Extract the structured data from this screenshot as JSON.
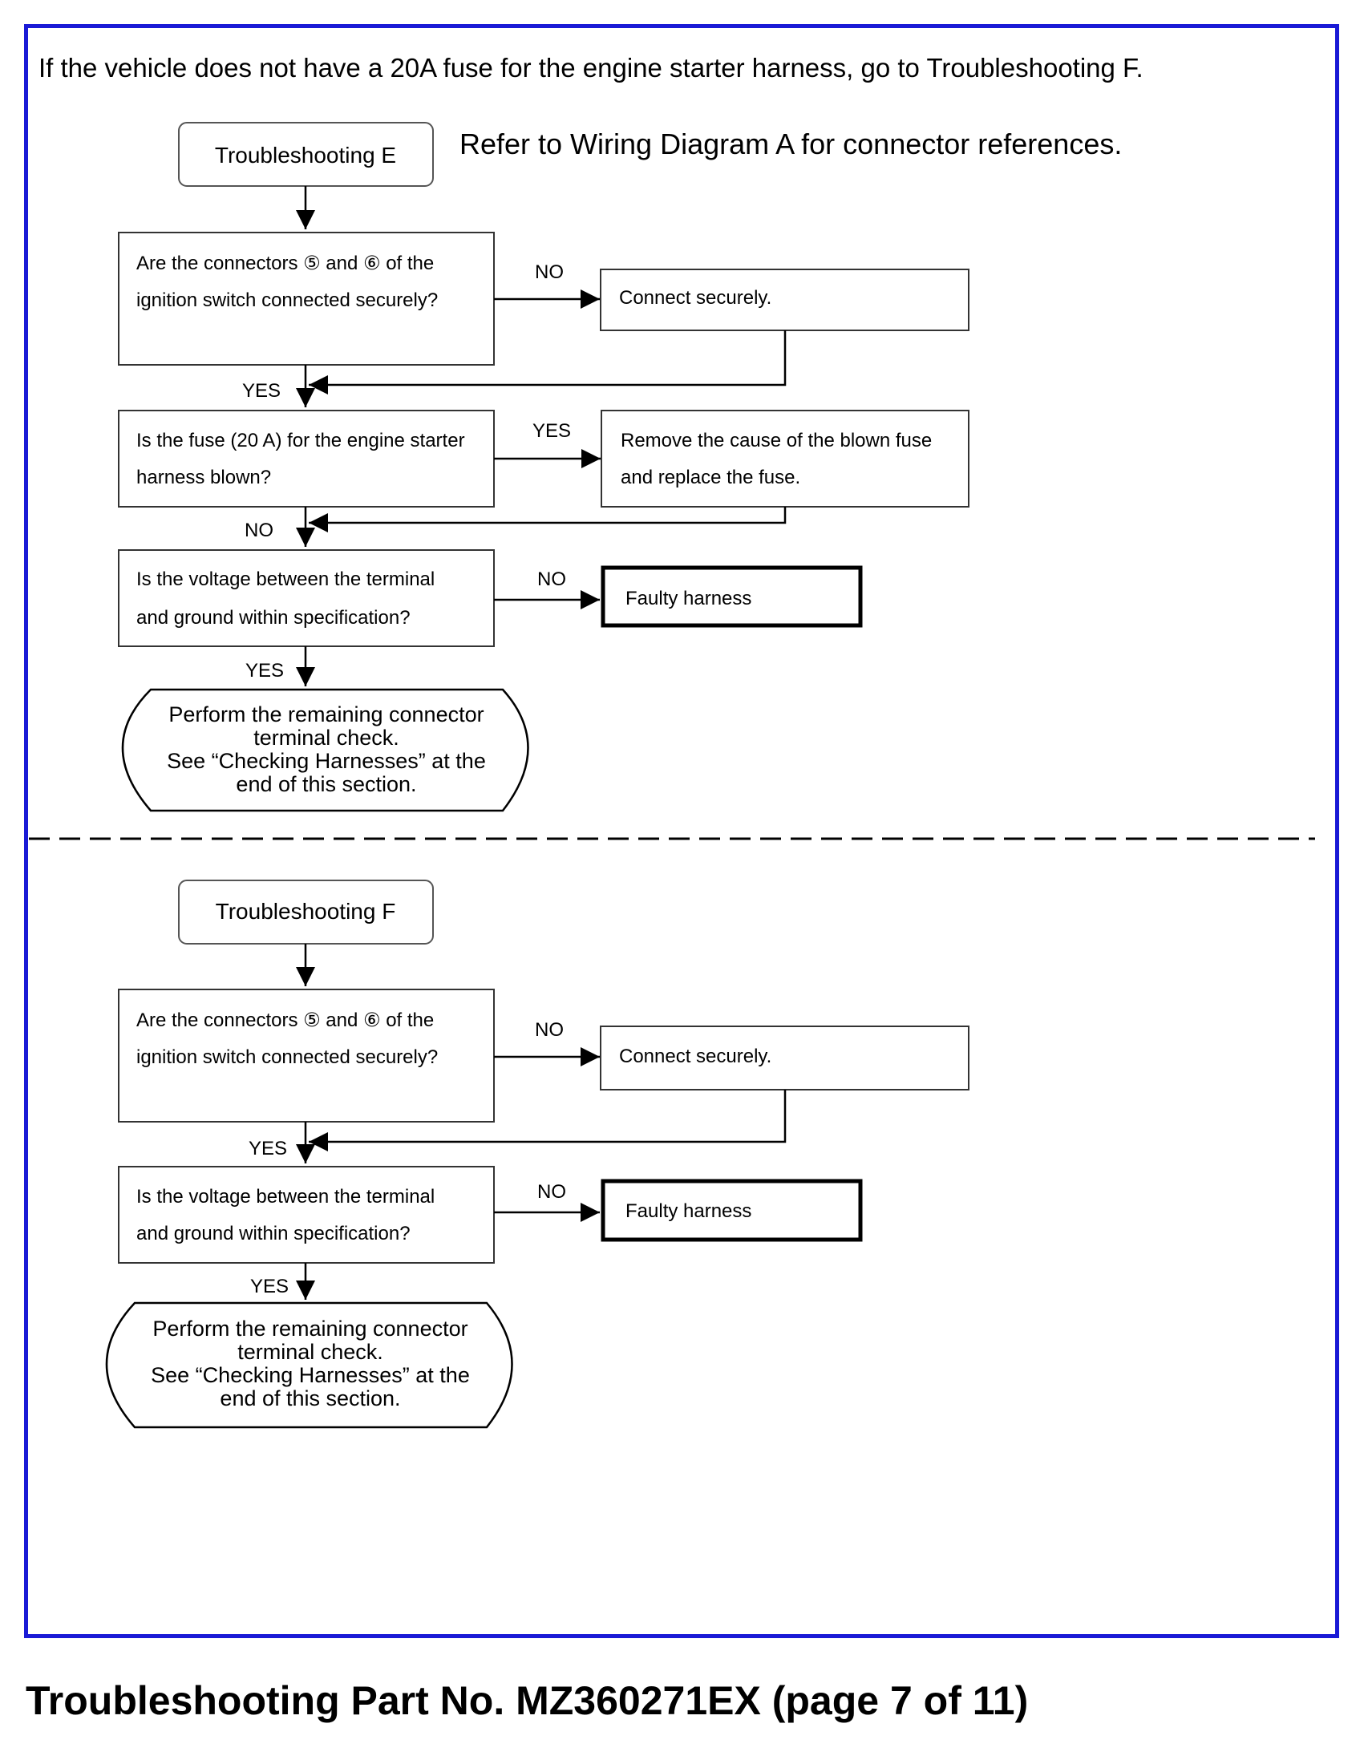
{
  "intro": "If the vehicle does not have a 20A fuse for the engine starter harness, go to Troubleshooting F.",
  "section_e": {
    "title": "Troubleshooting E",
    "reference": "Refer to Wiring Diagram A for connector references.",
    "q1": {
      "line1": "Are the connectors ⑤ and ⑥ of the",
      "line2": "ignition switch connected securely?"
    },
    "q1_no": "NO",
    "q1_no_action": "Connect securely.",
    "q1_yes": "YES",
    "q2": {
      "line1": "Is the fuse (20 A) for the engine starter",
      "line2": "harness blown?"
    },
    "q2_yes": "YES",
    "q2_yes_action": {
      "line1": "Remove the cause of the blown fuse",
      "line2": "and replace the fuse."
    },
    "q2_no": "NO",
    "q3": {
      "line1": "Is the voltage between the terminal",
      "line2": "and ground within specification?"
    },
    "q3_no": "NO",
    "q3_no_action": "Faulty harness",
    "q3_yes": "YES",
    "end": {
      "line1": "Perform the remaining connector",
      "line2": "terminal check.",
      "line3": "See “Checking Harnesses” at the",
      "line4": "end of this section."
    }
  },
  "section_f": {
    "title": "Troubleshooting F",
    "q1": {
      "line1": "Are the connectors ⑤ and ⑥ of the",
      "line2": "ignition switch connected securely?"
    },
    "q1_no": "NO",
    "q1_no_action": "Connect securely.",
    "q1_yes": "YES",
    "q2": {
      "line1": "Is the voltage between the terminal",
      "line2": "and ground within specification?"
    },
    "q2_no": "NO",
    "q2_no_action": "Faulty harness",
    "q2_yes": "YES",
    "end": {
      "line1": "Perform the remaining connector",
      "line2": "terminal check.",
      "line3": "See “Checking Harnesses” at the",
      "line4": "end of this section."
    }
  },
  "footer": "Troubleshooting Part No. MZ360271EX (page 7 of 11)",
  "colors": {
    "frame_border": "#1a1ad6",
    "ink": "#000000"
  }
}
